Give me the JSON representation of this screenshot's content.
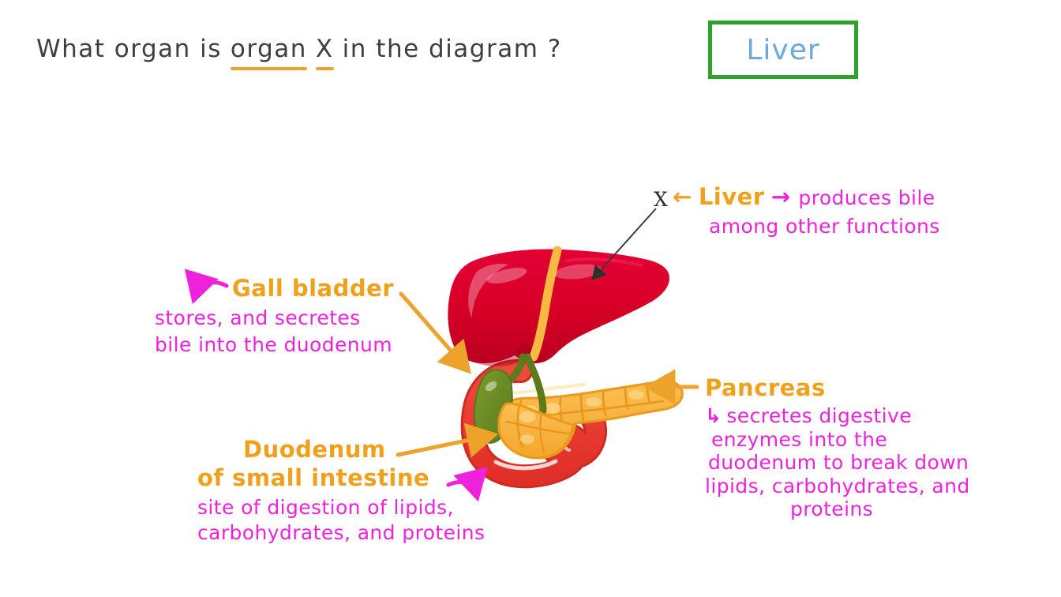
{
  "question": {
    "before": "What organ is",
    "underlined_1": "organ",
    "underlined_2": "X",
    "after": "in the diagram ?"
  },
  "answer": {
    "label": "Liver",
    "border_color": "#2ba428",
    "text_color": "#6fa8dc"
  },
  "colors": {
    "organ_label": "#f0a11c",
    "description": "#ee22dd",
    "orange_arrow": "#eda22c",
    "magenta_arrow": "#ee22dd",
    "liver": "#d80028",
    "liver_dark": "#b3001e",
    "falciform_ligament": "#f7b942",
    "gallbladder": "#6b8e23",
    "bile_duct": "#4f7a1c",
    "pancreas": "#f8b13c",
    "pancreas_light": "#fcd277",
    "duodenum": "#e8392f",
    "pointer_line": "#3a3a3a",
    "background": "#ffffff"
  },
  "marker": {
    "x_label": "X"
  },
  "annotations": {
    "liver": {
      "arrow_left": "←",
      "name": "Liver",
      "arrow_right": "→",
      "desc_line1": "produces bile",
      "desc_line2": "among other functions"
    },
    "gallbladder": {
      "name": "Gall bladder",
      "desc_line1": "stores, and secretes",
      "desc_line2": "bile into the duodenum"
    },
    "pancreas": {
      "name": "Pancreas",
      "arrow_hook": "↳",
      "desc_line1": "secretes digestive",
      "desc_line2": "enzymes into the",
      "desc_line3": "duodenum to break down",
      "desc_line4": "lipids, carbohydrates, and",
      "desc_line5": "proteins"
    },
    "duodenum": {
      "name": "Duodenum",
      "subtitle": "of small intestine",
      "desc_line1": "site of digestion of lipids,",
      "desc_line2": "carbohydrates, and proteins"
    }
  },
  "organs": [
    {
      "key": "liver",
      "label": "Liver"
    },
    {
      "key": "gallbladder",
      "label": "Gall bladder"
    },
    {
      "key": "pancreas",
      "label": "Pancreas"
    },
    {
      "key": "duodenum",
      "label": "Duodenum"
    }
  ]
}
